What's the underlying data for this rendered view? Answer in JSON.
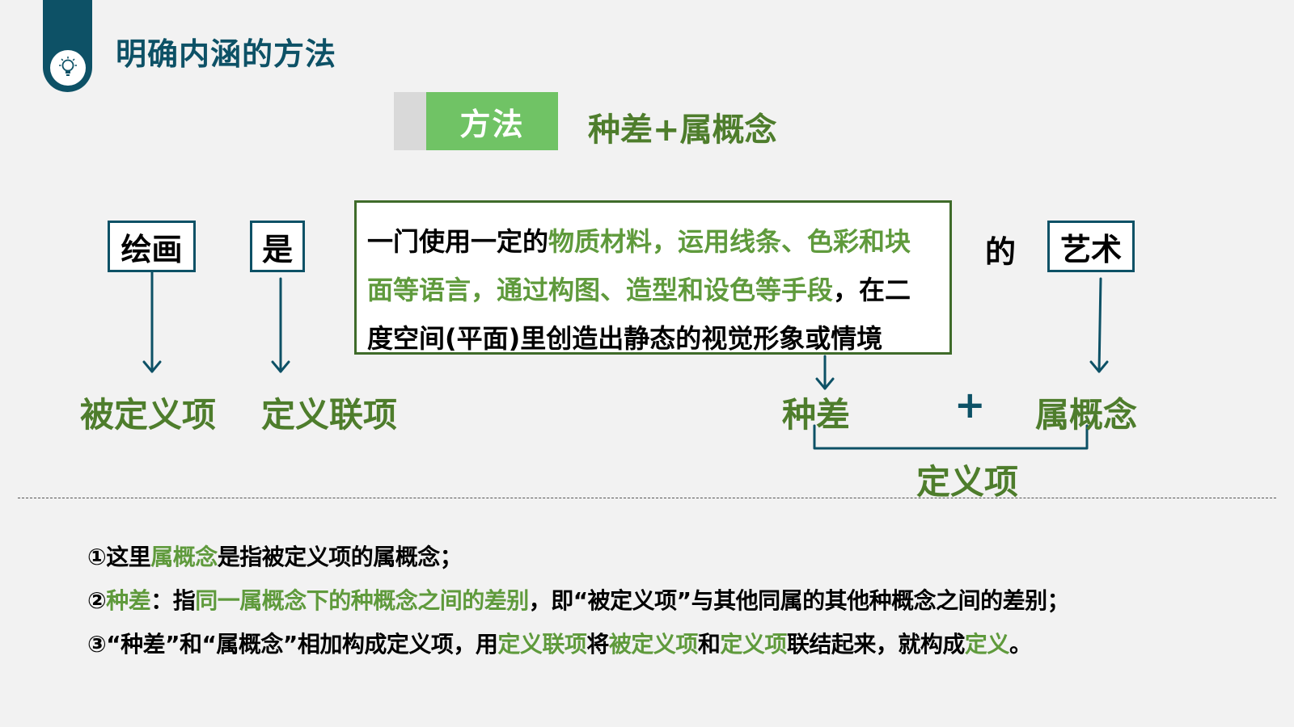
{
  "header": {
    "title": "明确内涵的方法",
    "icon": "lightbulb-icon"
  },
  "method": {
    "label": "方法",
    "formula": "种差+属概念"
  },
  "words": {
    "huihua": "绘画",
    "shi": "是",
    "de": "的",
    "yishu": "艺术"
  },
  "definition": {
    "segments": [
      {
        "text": "一门使用一定的",
        "green": false
      },
      {
        "text": "物质材料，运用线条、色彩和块面等语言，通过构图、造型和设色等手段",
        "green": true
      },
      {
        "text": "，在二度空间(平面)里创造出静态的视觉形象或情境",
        "green": false
      }
    ]
  },
  "labels": {
    "bei_ding_yi_xiang": "被定义项",
    "ding_yi_lian_xiang": "定义联项",
    "zhong_cha": "种差",
    "plus": "+",
    "shu_gai_nian": "属概念",
    "ding_yi_xiang": "定义项"
  },
  "notes": {
    "n1": [
      {
        "text": "①这里",
        "green": false
      },
      {
        "text": "属概念",
        "green": true
      },
      {
        "text": "是指被定义项的属概念；",
        "green": false
      }
    ],
    "n2": [
      {
        "text": "②",
        "green": false
      },
      {
        "text": "种差",
        "green": true
      },
      {
        "text": "：指",
        "green": false
      },
      {
        "text": "同一属概念下的种概念之间的差别",
        "green": true
      },
      {
        "text": "，即“被定义项”与其他同属的其他种概念之间的差别；",
        "green": false
      }
    ],
    "n3": [
      {
        "text": "③“种差”和“属概念”相加构成定义项，用",
        "green": false
      },
      {
        "text": "定义联项",
        "green": true
      },
      {
        "text": "将",
        "green": false
      },
      {
        "text": "被定义项",
        "green": true
      },
      {
        "text": "和",
        "green": false
      },
      {
        "text": "定义项",
        "green": true
      },
      {
        "text": "联结起来，就构成",
        "green": false
      },
      {
        "text": "定义",
        "green": true
      },
      {
        "text": "。",
        "green": false
      }
    ]
  },
  "colors": {
    "navy": "#0d5166",
    "green": "#4e7d2c",
    "light_green": "#70c365",
    "text_green": "#5f9a3c"
  }
}
